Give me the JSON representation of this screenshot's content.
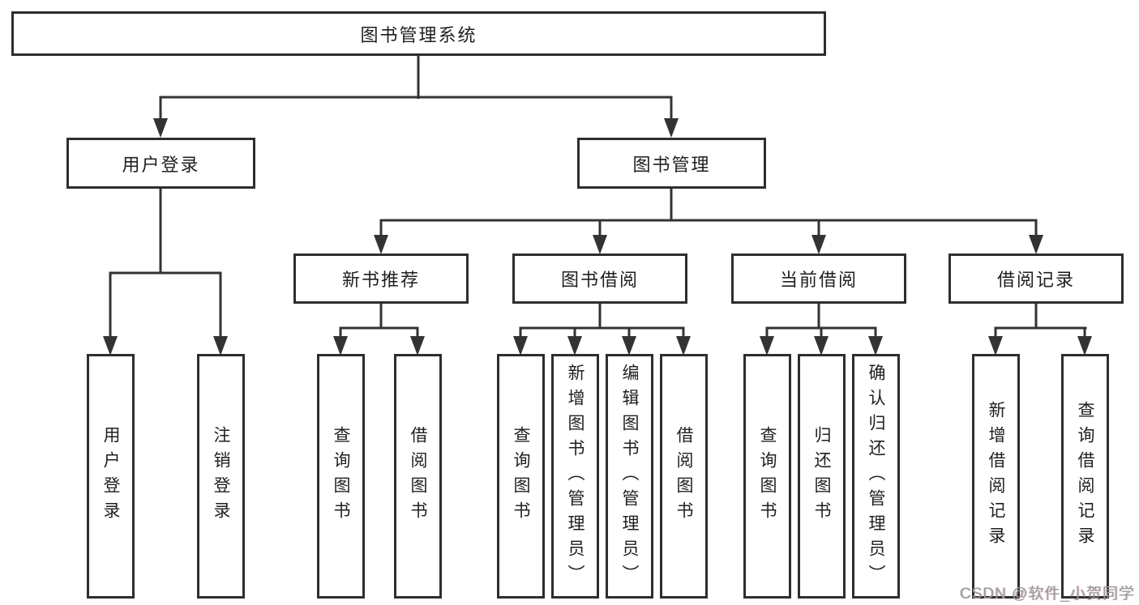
{
  "tree": {
    "root": "图书管理系统",
    "branches": [
      {
        "label": "用户登录",
        "leaves": [
          "用户登录",
          "注销登录"
        ]
      },
      {
        "label": "图书管理",
        "groups": [
          {
            "label": "新书推荐",
            "leaves": [
              "查询图书",
              "借阅图书"
            ]
          },
          {
            "label": "图书借阅",
            "leaves": [
              "查询图书",
              "新增图书（管理员）",
              "编辑图书（管理员）",
              "借阅图书"
            ]
          },
          {
            "label": "当前借阅",
            "leaves": [
              "查询图书",
              "归还图书",
              "确认归还（管理员）"
            ]
          },
          {
            "label": "借阅记录",
            "leaves": [
              "新增借阅记录",
              "查询借阅记录"
            ]
          }
        ]
      }
    ]
  },
  "watermark": "CSDN @软件_小贺同学",
  "colors": {
    "line": "#333333",
    "box_border": "#2e2e2e",
    "box_background": "#ffffff",
    "text": "#1f1f1f",
    "watermark_text": "#9b9b9b"
  }
}
